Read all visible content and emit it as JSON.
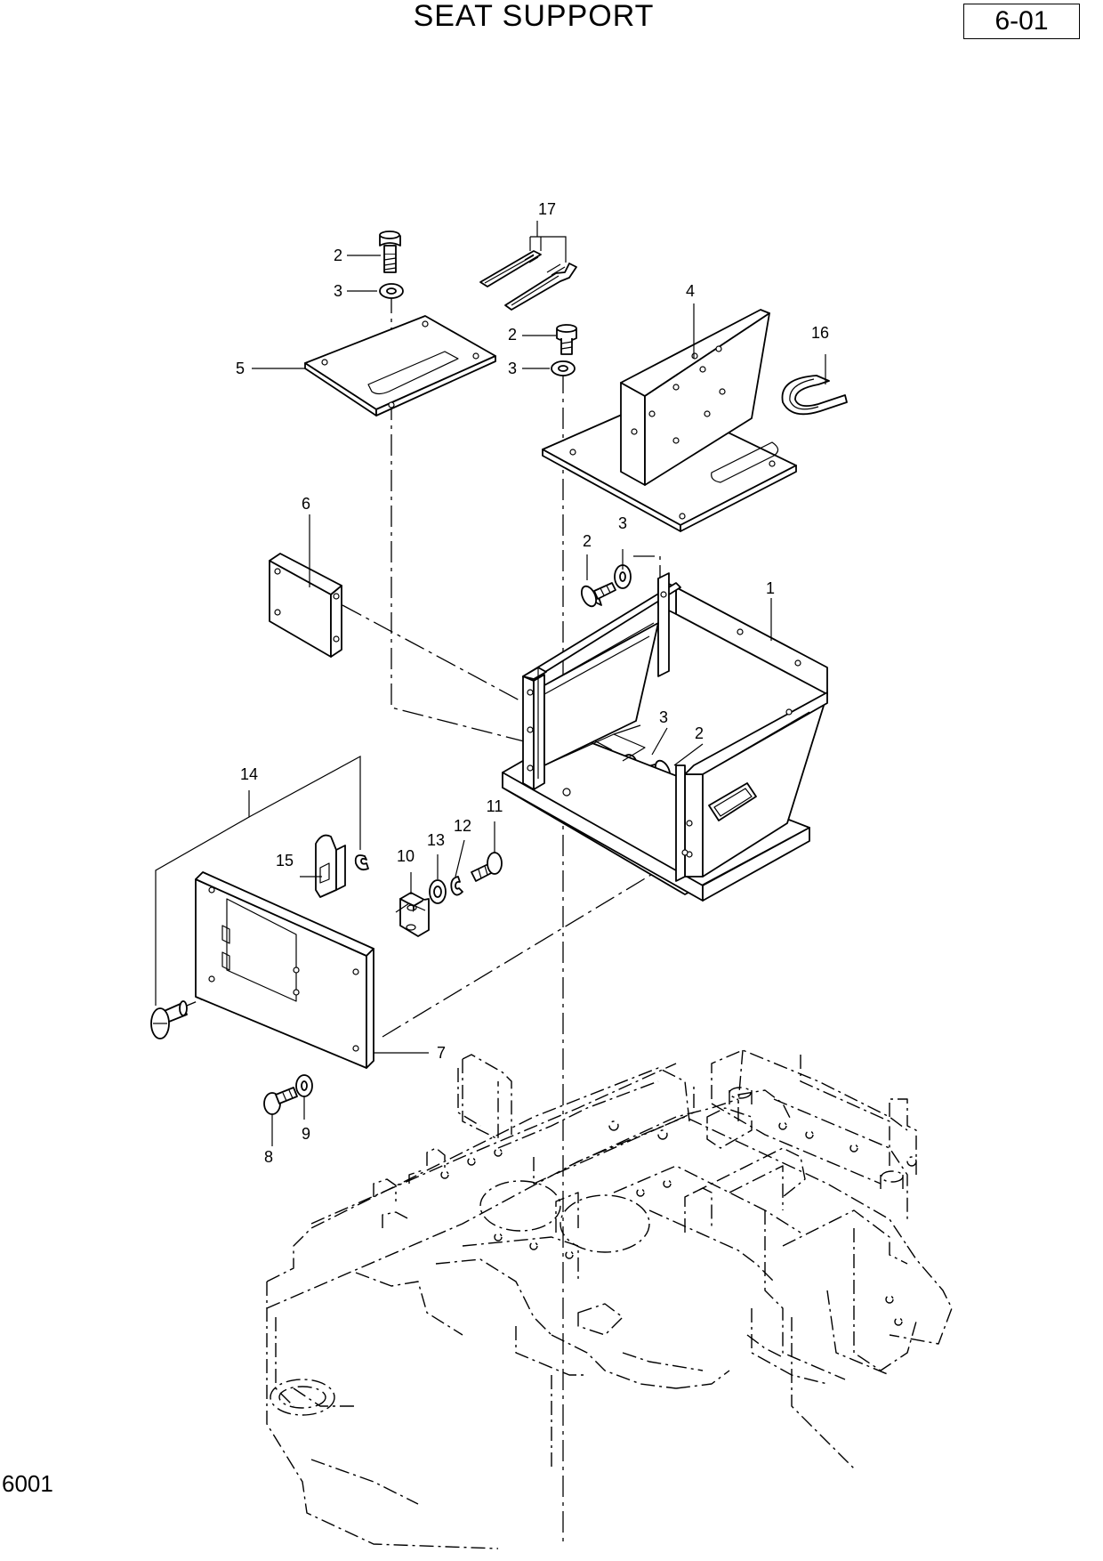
{
  "header": {
    "title": "SEAT SUPPORT",
    "page_number": "6-01"
  },
  "footer": {
    "drawing_code": "6001"
  },
  "callouts": {
    "c1": "1",
    "c2a": "2",
    "c3a": "3",
    "c2b": "2",
    "c3b": "3",
    "c2c": "2",
    "c3c": "3",
    "c2d": "2",
    "c3d": "3",
    "c4": "4",
    "c5": "5",
    "c6": "6",
    "c7": "7",
    "c8": "8",
    "c9": "9",
    "c10": "10",
    "c11": "11",
    "c12": "12",
    "c13": "13",
    "c14": "14",
    "c15": "15",
    "c16": "16",
    "c17": "17"
  }
}
